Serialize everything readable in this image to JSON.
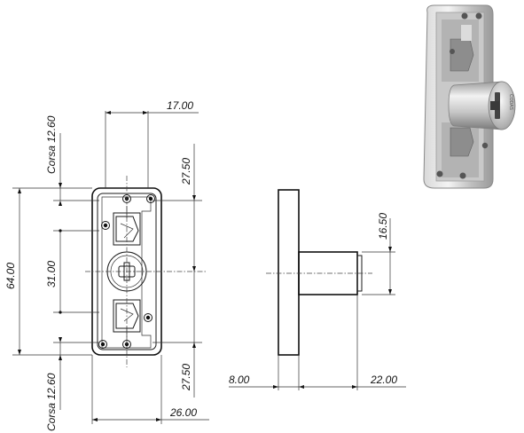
{
  "dimensions": {
    "width_top": "17.00",
    "corsa_top": "Corsa 12.60",
    "height_total": "64.00",
    "center_span": "31.00",
    "upper_27": "27.50",
    "lower_27": "27.50",
    "corsa_bottom": "Corsa 12.60",
    "width_bottom": "26.00",
    "cyl_16": "16.50",
    "flange_8": "8.00",
    "cyl_22": "22.00"
  },
  "photo": {
    "marking": "CODAS"
  },
  "colors": {
    "line": "#1a1a1a",
    "metal_light": "#e8e8e8",
    "metal_mid": "#b8b8b8",
    "metal_dark": "#6f6f6f"
  }
}
